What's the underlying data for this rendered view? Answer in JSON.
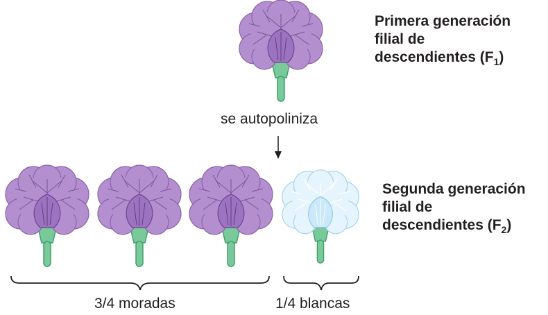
{
  "f1_label": {
    "line1": "Primera generación",
    "line2": "filial de",
    "line3_prefix": "descendientes (F",
    "subscript": "1",
    "line3_suffix": ")"
  },
  "process_label": "se autopoliniza",
  "f2_label": {
    "line1": "Segunda generación",
    "line2": "filial de",
    "line3_prefix": "descendientes (F",
    "subscript": "2",
    "line3_suffix": ")"
  },
  "groups": [
    {
      "caption": "3/4 moradas",
      "count": 3,
      "color": "purple"
    },
    {
      "caption": "1/4 blancas",
      "count": 1,
      "color": "white"
    }
  ],
  "colors": {
    "purple_petal": "#b48fd0",
    "purple_edge": "#8c62ad",
    "white_petal": "#e6f5fd",
    "white_edge": "#9fd3ee",
    "stem": "#79c99b",
    "stem_dark": "#3f9f6c",
    "ink": "#231f20"
  }
}
